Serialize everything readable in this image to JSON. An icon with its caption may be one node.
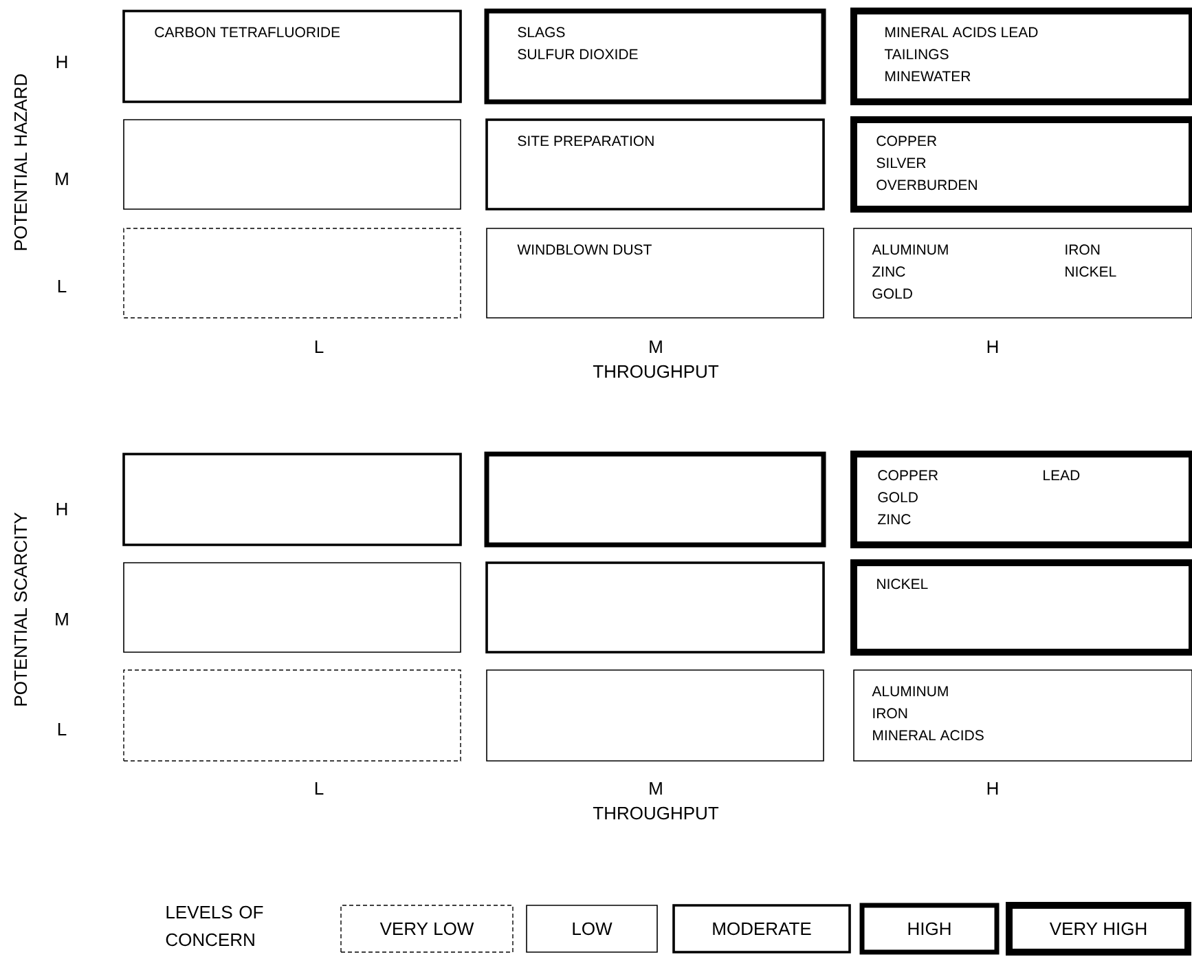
{
  "diagram": {
    "nodes": [
      {
        "text": [
          "CARBON TETRAFLUORIDE"
        ]
      },
      {
        "text": [
          "SLAGS",
          "SULFUR DIOXIDE"
        ]
      },
      {
        "text": [
          "MINERAL ACIDS LEAD",
          "TAILINGS",
          "MINEWATER"
        ]
      },
      {
        "text": [],
        "shape": "box"
      },
      {
        "text": [
          "SITE PREPARATION"
        ]
      },
      {
        "text": [
          "COPPER",
          "SILVER",
          "OVERBURDEN"
        ]
      },
      {
        "text": [],
        "shape": "box"
      },
      {
        "text": [
          "WINDBLOWN DUST"
        ]
      },
      {
        "text": [
          "ALUMINUM",
          "ZINC",
          "GOLD",
          "IRON",
          "NICKEL"
        ]
      },
      {
        "text": [],
        "shape": "box"
      },
      {
        "text": [],
        "shape": "box"
      },
      {
        "text": [
          "COPPER",
          "GOLD",
          "ZINC",
          "LEAD"
        ]
      },
      {
        "text": [],
        "shape": "box"
      },
      {
        "text": [],
        "shape": "box"
      },
      {
        "text": [
          "NICKEL"
        ]
      },
      {
        "text": [],
        "shape": "box"
      },
      {
        "text": [],
        "shape": "box"
      },
      {
        "text": [
          "ALUMINUM",
          "IRON",
          "MINERAL ACIDS"
        ]
      }
    ],
    "labels": [
      "POTENTIAL HAZARD",
      "H",
      "M",
      "L",
      "L",
      "M",
      "H",
      "THROUGHPUT",
      "POTENTIAL SCARCITY",
      "H",
      "M",
      "L",
      "L",
      "M",
      "H",
      "THROUGHPUT",
      "LEVELS OF CONCERN"
    ],
    "legend": [
      {
        "text": "VERY LOW"
      },
      {
        "text": "LOW"
      },
      {
        "text": "MODERATE"
      },
      {
        "text": "HIGH"
      },
      {
        "text": "VERY HIGH"
      }
    ]
  }
}
